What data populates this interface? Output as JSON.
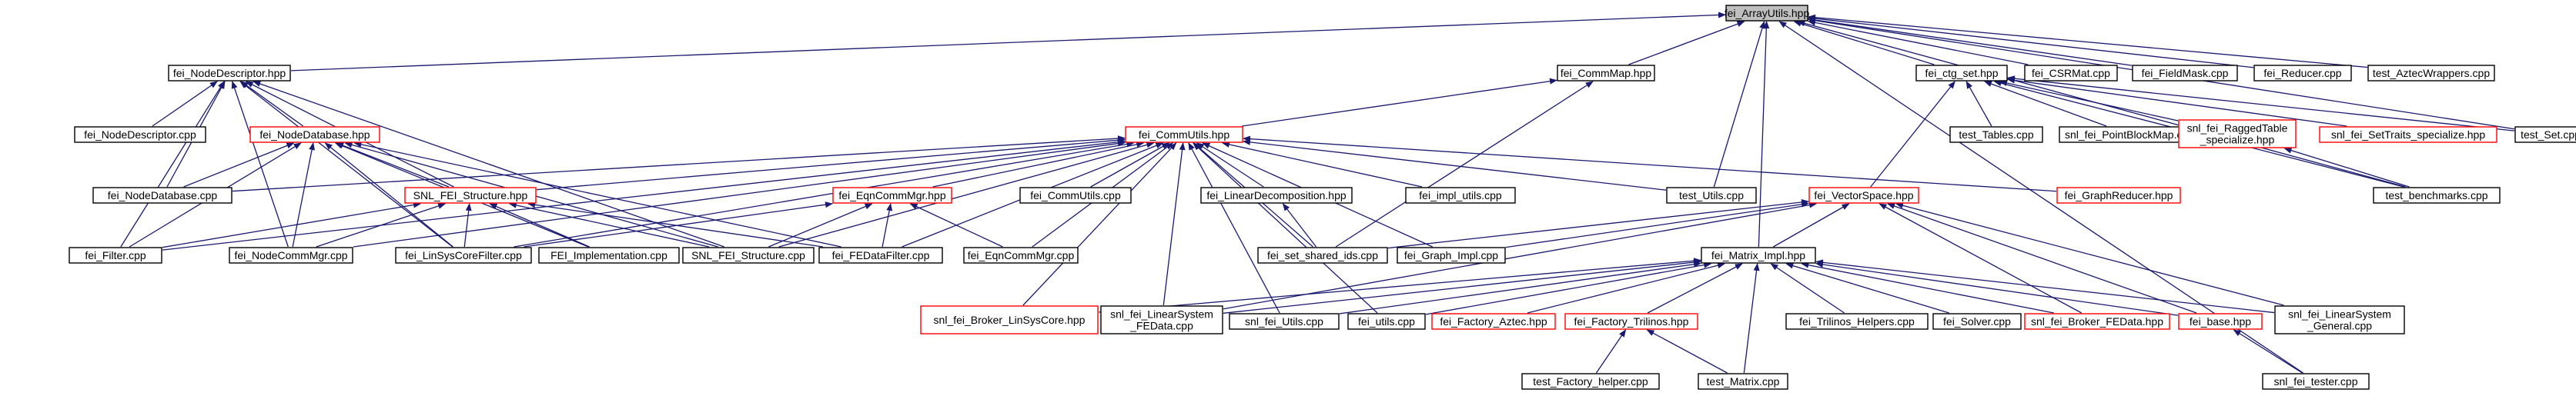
{
  "colors": {
    "edge": "#191970",
    "border_black": "#000000",
    "border_red": "#ff0000",
    "fill_focus": "#bfbfbf",
    "fill_default": "#ffffff"
  },
  "diagram": {
    "nodes": [
      {
        "id": "arrayutils",
        "label": "fei_ArrayUtils.hpp",
        "style": "focus"
      },
      {
        "id": "nodedesc",
        "label": "fei_NodeDescriptor.hpp",
        "style": "black"
      },
      {
        "id": "commmap",
        "label": "fei_CommMap.hpp",
        "style": "black"
      },
      {
        "id": "ctgset",
        "label": "fei_ctg_set.hpp",
        "style": "black"
      },
      {
        "id": "csrmat",
        "label": "fei_CSRMat.cpp",
        "style": "black"
      },
      {
        "id": "fieldmask",
        "label": "fei_FieldMask.cpp",
        "style": "black"
      },
      {
        "id": "reducer",
        "label": "fei_Reducer.cpp",
        "style": "black"
      },
      {
        "id": "aztecwr",
        "label": "test_AztecWrappers.cpp",
        "style": "black"
      },
      {
        "id": "nodedesccpp",
        "label": "fei_NodeDescriptor.cpp",
        "style": "black"
      },
      {
        "id": "nodedb",
        "label": "fei_NodeDatabase.hpp",
        "style": "red"
      },
      {
        "id": "commutils",
        "label": "fei_CommUtils.hpp",
        "style": "red"
      },
      {
        "id": "tables",
        "label": "test_Tables.cpp",
        "style": "black"
      },
      {
        "id": "pointblock",
        "label": "snl_fei_PointBlockMap.cpp",
        "style": "black"
      },
      {
        "id": "raggedtable",
        "label": "snl_fei_RaggedTable\n_specialize.hpp",
        "style": "red"
      },
      {
        "id": "settraits",
        "label": "snl_fei_SetTraits_specialize.hpp",
        "style": "red"
      },
      {
        "id": "testset",
        "label": "test_Set.cpp",
        "style": "black"
      },
      {
        "id": "nodedbcpp",
        "label": "fei_NodeDatabase.cpp",
        "style": "black"
      },
      {
        "id": "snlfeistruct",
        "label": "SNL_FEI_Structure.hpp",
        "style": "red"
      },
      {
        "id": "eqncommmgr",
        "label": "fei_EqnCommMgr.hpp",
        "style": "red"
      },
      {
        "id": "commutilscpp",
        "label": "fei_CommUtils.cpp",
        "style": "black"
      },
      {
        "id": "lindecomp",
        "label": "fei_LinearDecomposition.hpp",
        "style": "black"
      },
      {
        "id": "implutils",
        "label": "fei_impl_utils.cpp",
        "style": "black"
      },
      {
        "id": "testutils",
        "label": "test_Utils.cpp",
        "style": "black"
      },
      {
        "id": "vectorspace",
        "label": "fei_VectorSpace.hpp",
        "style": "red"
      },
      {
        "id": "graphreducer",
        "label": "fei_GraphReducer.hpp",
        "style": "red"
      },
      {
        "id": "testbench",
        "label": "test_benchmarks.cpp",
        "style": "black"
      },
      {
        "id": "feifilter",
        "label": "fei_Filter.cpp",
        "style": "black"
      },
      {
        "id": "nodecommmgr",
        "label": "fei_NodeCommMgr.cpp",
        "style": "black"
      },
      {
        "id": "linsyscorefilter",
        "label": "fei_LinSysCoreFilter.cpp",
        "style": "black"
      },
      {
        "id": "feiimpl",
        "label": "FEI_Implementation.cpp",
        "style": "black"
      },
      {
        "id": "snlfeistructcpp",
        "label": "SNL_FEI_Structure.cpp",
        "style": "black"
      },
      {
        "id": "fedatafilter",
        "label": "fei_FEDataFilter.cpp",
        "style": "black"
      },
      {
        "id": "eqncommmgrcpp",
        "label": "fei_EqnCommMgr.cpp",
        "style": "black"
      },
      {
        "id": "sharedids",
        "label": "fei_set_shared_ids.cpp",
        "style": "black"
      },
      {
        "id": "graphimpl",
        "label": "fei_Graph_Impl.cpp",
        "style": "black"
      },
      {
        "id": "matriximpl",
        "label": "fei_Matrix_Impl.hpp",
        "style": "black"
      },
      {
        "id": "brokerlinsys",
        "label": "snl_fei_Broker_LinSysCore.hpp",
        "style": "red"
      },
      {
        "id": "linsysfedata",
        "label": "snl_fei_LinearSystem\n_FEData.cpp",
        "style": "black"
      },
      {
        "id": "snlfeiutils",
        "label": "snl_fei_Utils.cpp",
        "style": "black"
      },
      {
        "id": "feiutils",
        "label": "fei_utils.cpp",
        "style": "black"
      },
      {
        "id": "factaztec",
        "label": "fei_Factory_Aztec.hpp",
        "style": "red"
      },
      {
        "id": "facttrilinos",
        "label": "fei_Factory_Trilinos.hpp",
        "style": "red"
      },
      {
        "id": "trilhelpers",
        "label": "fei_Trilinos_Helpers.cpp",
        "style": "black"
      },
      {
        "id": "solver",
        "label": "fei_Solver.cpp",
        "style": "black"
      },
      {
        "id": "brokerfedata",
        "label": "snl_fei_Broker_FEData.hpp",
        "style": "red"
      },
      {
        "id": "base",
        "label": "fei_base.hpp",
        "style": "red"
      },
      {
        "id": "linsysgeneral",
        "label": "snl_fei_LinearSystem\n_General.cpp",
        "style": "black"
      },
      {
        "id": "factoryhelper",
        "label": "test_Factory_helper.cpp",
        "style": "black"
      },
      {
        "id": "testmatrix",
        "label": "test_Matrix.cpp",
        "style": "black"
      },
      {
        "id": "snlfeitester",
        "label": "snl_fei_tester.cpp",
        "style": "black"
      }
    ],
    "edges": [
      [
        "nodedesc",
        "arrayutils"
      ],
      [
        "commmap",
        "arrayutils"
      ],
      [
        "ctgset",
        "arrayutils"
      ],
      [
        "csrmat",
        "arrayutils"
      ],
      [
        "fieldmask",
        "arrayutils"
      ],
      [
        "reducer",
        "arrayutils"
      ],
      [
        "aztecwr",
        "arrayutils"
      ],
      [
        "testutils",
        "arrayutils"
      ],
      [
        "matriximpl",
        "arrayutils"
      ],
      [
        "snlfeitester",
        "arrayutils"
      ],
      [
        "testset",
        "arrayutils"
      ],
      [
        "testbench",
        "arrayutils"
      ],
      [
        "nodedesccpp",
        "nodedesc"
      ],
      [
        "nodedb",
        "nodedesc"
      ],
      [
        "nodedbcpp",
        "nodedesc"
      ],
      [
        "snlfeistruct",
        "nodedesc"
      ],
      [
        "feifilter",
        "nodedesc"
      ],
      [
        "nodecommmgr",
        "nodedesc"
      ],
      [
        "linsyscorefilter",
        "nodedesc"
      ],
      [
        "snlfeistructcpp",
        "nodedesc"
      ],
      [
        "commutils",
        "commmap"
      ],
      [
        "sharedids",
        "commmap"
      ],
      [
        "tables",
        "ctgset"
      ],
      [
        "pointblock",
        "ctgset"
      ],
      [
        "raggedtable",
        "ctgset"
      ],
      [
        "settraits",
        "ctgset"
      ],
      [
        "testset",
        "ctgset"
      ],
      [
        "vectorspace",
        "ctgset"
      ],
      [
        "testbench",
        "ctgset"
      ],
      [
        "nodedbcpp",
        "nodedb"
      ],
      [
        "snlfeistruct",
        "nodedb"
      ],
      [
        "nodecommmgr",
        "nodedb"
      ],
      [
        "linsyscorefilter",
        "nodedb"
      ],
      [
        "feiimpl",
        "nodedb"
      ],
      [
        "snlfeistructcpp",
        "nodedb"
      ],
      [
        "fedatafilter",
        "nodedb"
      ],
      [
        "feifilter",
        "nodedb"
      ],
      [
        "nodedbcpp",
        "commutils"
      ],
      [
        "snlfeistruct",
        "commutils"
      ],
      [
        "eqncommmgr",
        "commutils"
      ],
      [
        "commutilscpp",
        "commutils"
      ],
      [
        "lindecomp",
        "commutils"
      ],
      [
        "implutils",
        "commutils"
      ],
      [
        "testutils",
        "commutils"
      ],
      [
        "graphreducer",
        "commutils"
      ],
      [
        "feifilter",
        "commutils"
      ],
      [
        "nodecommmgr",
        "commutils"
      ],
      [
        "linsyscorefilter",
        "commutils"
      ],
      [
        "snlfeistructcpp",
        "commutils"
      ],
      [
        "fedatafilter",
        "commutils"
      ],
      [
        "eqncommmgrcpp",
        "commutils"
      ],
      [
        "graphimpl",
        "commutils"
      ],
      [
        "brokerlinsys",
        "commutils"
      ],
      [
        "linsysfedata",
        "commutils"
      ],
      [
        "snlfeiutils",
        "commutils"
      ],
      [
        "feiutils",
        "commutils"
      ],
      [
        "sharedids",
        "commutils"
      ],
      [
        "testbench",
        "raggedtable"
      ],
      [
        "feifilter",
        "snlfeistruct"
      ],
      [
        "nodecommmgr",
        "snlfeistruct"
      ],
      [
        "linsyscorefilter",
        "snlfeistruct"
      ],
      [
        "feiimpl",
        "snlfeistruct"
      ],
      [
        "snlfeistructcpp",
        "snlfeistruct"
      ],
      [
        "fedatafilter",
        "snlfeistruct"
      ],
      [
        "linsyscorefilter",
        "eqncommmgr"
      ],
      [
        "snlfeistructcpp",
        "eqncommmgr"
      ],
      [
        "fedatafilter",
        "eqncommmgr"
      ],
      [
        "eqncommmgrcpp",
        "eqncommmgr"
      ],
      [
        "sharedids",
        "lindecomp"
      ],
      [
        "sharedids",
        "vectorspace"
      ],
      [
        "graphimpl",
        "vectorspace"
      ],
      [
        "matriximpl",
        "vectorspace"
      ],
      [
        "linsysfedata",
        "vectorspace"
      ],
      [
        "brokerfedata",
        "vectorspace"
      ],
      [
        "base",
        "vectorspace"
      ],
      [
        "linsysgeneral",
        "vectorspace"
      ],
      [
        "brokerlinsys",
        "matriximpl"
      ],
      [
        "linsysfedata",
        "matriximpl"
      ],
      [
        "snlfeiutils",
        "matriximpl"
      ],
      [
        "feiutils",
        "matriximpl"
      ],
      [
        "factaztec",
        "matriximpl"
      ],
      [
        "facttrilinos",
        "matriximpl"
      ],
      [
        "trilhelpers",
        "matriximpl"
      ],
      [
        "solver",
        "matriximpl"
      ],
      [
        "brokerfedata",
        "matriximpl"
      ],
      [
        "base",
        "matriximpl"
      ],
      [
        "linsysgeneral",
        "matriximpl"
      ],
      [
        "testmatrix",
        "matriximpl"
      ],
      [
        "factoryhelper",
        "facttrilinos"
      ],
      [
        "testmatrix",
        "facttrilinos"
      ],
      [
        "snlfeitester",
        "base"
      ]
    ]
  }
}
